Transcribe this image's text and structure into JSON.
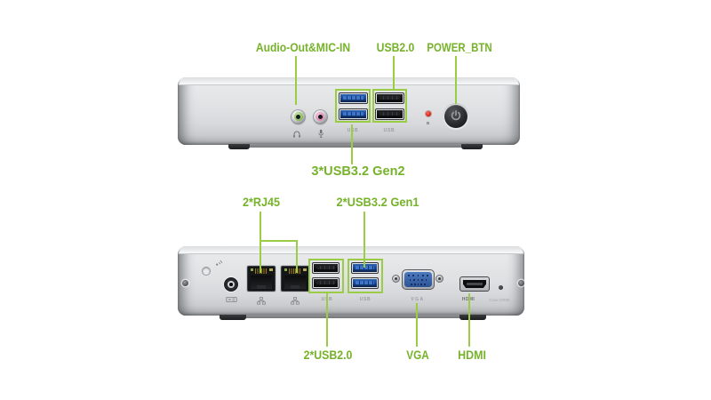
{
  "title": "mini-pc-ports-diagram",
  "colors": {
    "label_green": "#76b32a",
    "line_green": "#9bcc45",
    "usb3_blue": "#1d4d9b",
    "vga_blue": "#3f6db5",
    "led_red": "#e02014"
  },
  "front_view": {
    "callouts": {
      "audio": {
        "label": "Audio-Out&MIC-IN"
      },
      "usb20": {
        "label": "USB2.0"
      },
      "power": {
        "label": "POWER_BTN"
      },
      "usb32gen2": {
        "label": "3*USB3.2 Gen2"
      }
    },
    "port_labels": {
      "usb3_group": "USB",
      "usb2_group": "USB"
    }
  },
  "rear_view": {
    "callouts": {
      "rj45": {
        "label": "2*RJ45"
      },
      "usb32gen1": {
        "label": "2*USB3.2 Gen1"
      },
      "usb20": {
        "label": "2*USB2.0"
      },
      "vga": {
        "label": "VGA"
      },
      "hdmi": {
        "label": "HDMI"
      }
    },
    "port_labels": {
      "usb2_group": "USB",
      "usb3_group": "USB",
      "vga": "VGA",
      "hdmi": "HDMI",
      "tiny_print": "Cxxx-CR05"
    }
  }
}
